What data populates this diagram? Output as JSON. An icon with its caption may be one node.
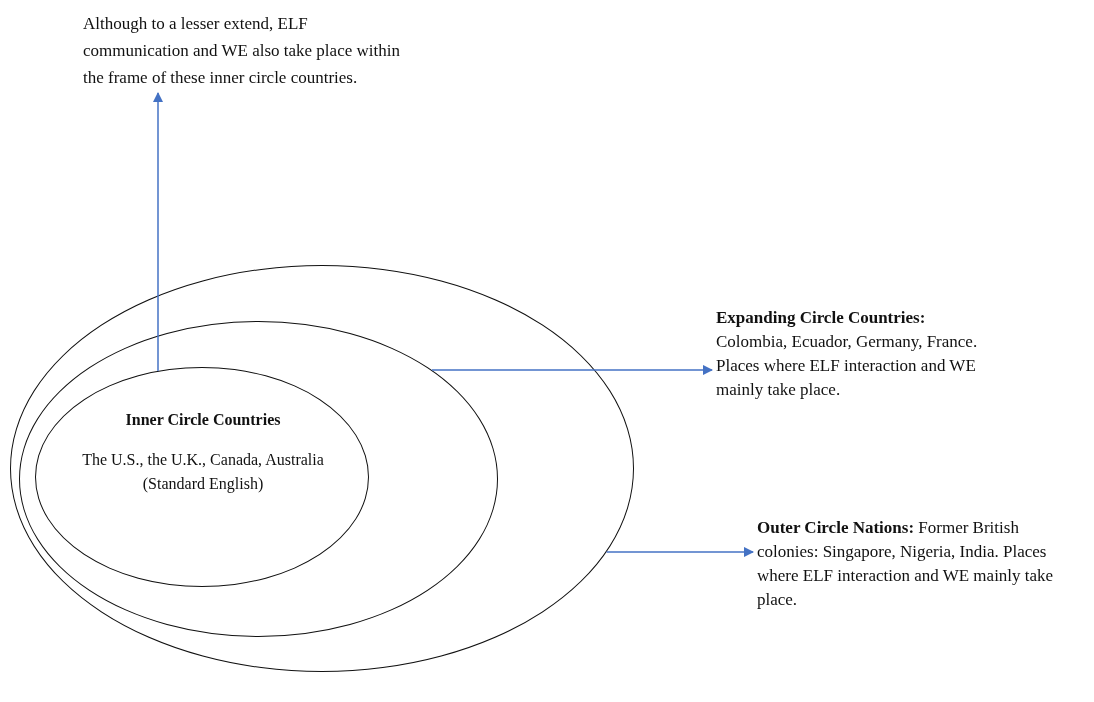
{
  "diagram": {
    "nodes": [
      {
        "text": [],
        "shape": "ellipse"
      },
      {
        "text": [],
        "shape": "ellipse",
        "in": 0
      },
      {
        "text": [
          "Inner Circle Countries",
          "The U.S., the U.K., Canada, Australia (Standard English)"
        ],
        "in": 1
      },
      {
        "text": [
          "Although to a lesser extend, ELF communication and WE also take place within the frame of these inner circle countries."
        ]
      },
      {
        "text": [
          "Expanding Circle Countries:",
          "Colombia, Ecuador, Germany, France. Places where ELF interaction and WE mainly take place."
        ]
      },
      {
        "text": [
          "**Outer Circle Nations:** Former British colonies: Singapore, Nigeria, India. Places where ELF interaction and WE mainly take place."
        ]
      }
    ],
    "edges": [
      {
        "from": 2,
        "to": 3,
        "arrow": "to"
      },
      {
        "from": 1,
        "to": 4,
        "arrow": "to"
      },
      {
        "from": 0,
        "to": 5,
        "arrow": "to"
      }
    ]
  }
}
